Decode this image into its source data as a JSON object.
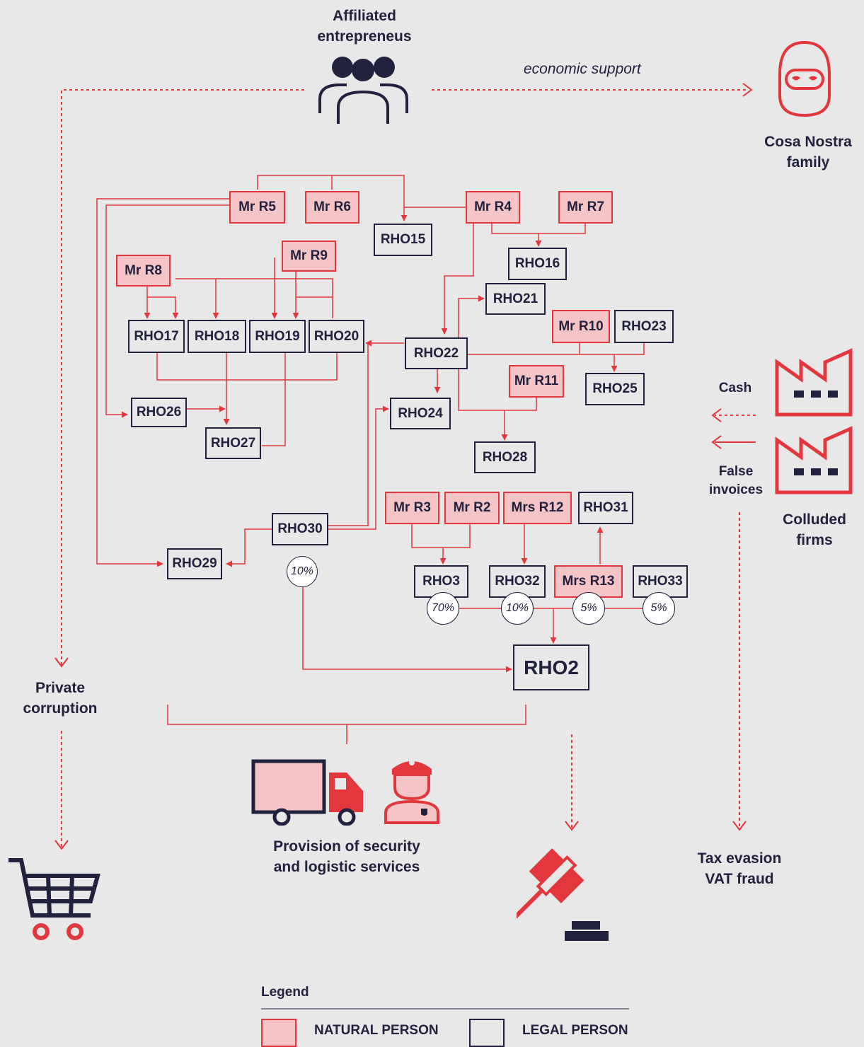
{
  "top": {
    "affiliated_label": "Affiliated\nentrepreneus",
    "economic_support": "economic support",
    "cosa_nostra": "Cosa Nostra\nfamily"
  },
  "left": {
    "private_corruption": "Private\ncorruption"
  },
  "right": {
    "cash": "Cash",
    "false_invoices": "False\ninvoices",
    "colluded_firms": "Colluded\nfirms",
    "tax_evasion": "Tax evasion\nVAT fraud"
  },
  "bottom": {
    "provision": "Provision of security\nand logistic services"
  },
  "nodes": {
    "mr_r5": "Mr R5",
    "mr_r6": "Mr R6",
    "mr_r4": "Mr R4",
    "mr_r7": "Mr R7",
    "rho15": "RHO15",
    "rho16": "RHO16",
    "mr_r8": "Mr R8",
    "mr_r9": "Mr R9",
    "rho21": "RHO21",
    "rho17": "RHO17",
    "rho18": "RHO18",
    "rho19": "RHO19",
    "rho20": "RHO20",
    "rho22": "RHO22",
    "mr_r10": "Mr R10",
    "rho23": "RHO23",
    "mr_r11": "Mr R11",
    "rho25": "RHO25",
    "rho24": "RHO24",
    "rho26": "RHO26",
    "rho27": "RHO27",
    "rho28": "RHO28",
    "mr_r3": "Mr R3",
    "mr_r2": "Mr R2",
    "mrs_r12": "Mrs R12",
    "rho31": "RHO31",
    "rho30": "RHO30",
    "rho29": "RHO29",
    "rho3": "RHO3",
    "rho32": "RHO32",
    "mrs_r13": "Mrs R13",
    "rho33": "RHO33",
    "rho2": "RHO2"
  },
  "percentages": {
    "rho30": "10%",
    "rho3": "70%",
    "rho32": "10%",
    "mrs_r13": "5%",
    "rho33": "5%"
  },
  "legend": {
    "title": "Legend",
    "natural": "NATURAL PERSON",
    "legal": "LEGAL PERSON"
  },
  "colors": {
    "red": "#e2373d",
    "pink": "#f4c4c7",
    "navy": "#22223f",
    "background": "#e8e8e8"
  }
}
